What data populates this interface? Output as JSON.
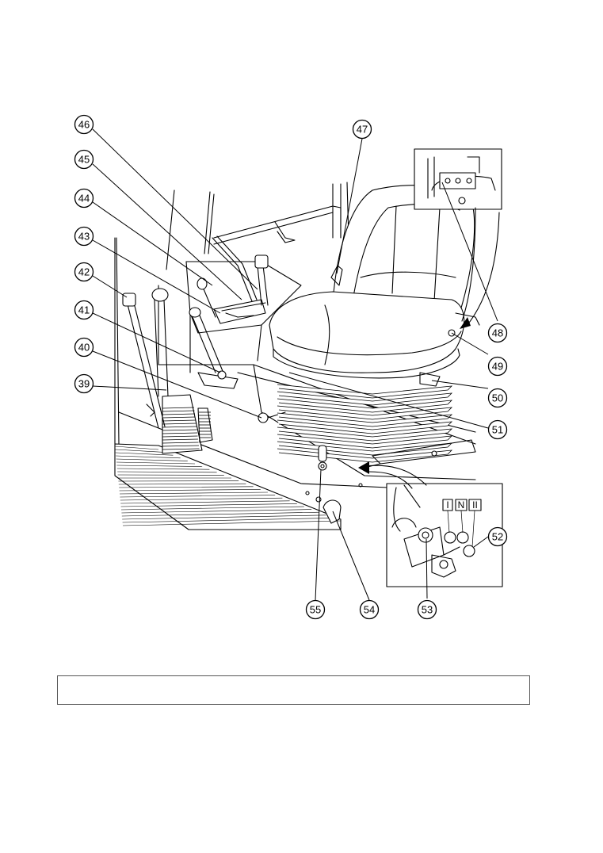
{
  "figure": {
    "callouts": [
      {
        "id": "46",
        "label": "46"
      },
      {
        "id": "45",
        "label": "45"
      },
      {
        "id": "44",
        "label": "44"
      },
      {
        "id": "43",
        "label": "43"
      },
      {
        "id": "42",
        "label": "42"
      },
      {
        "id": "41",
        "label": "41"
      },
      {
        "id": "40",
        "label": "40"
      },
      {
        "id": "39",
        "label": "39"
      },
      {
        "id": "47",
        "label": "47"
      },
      {
        "id": "48",
        "label": "48"
      },
      {
        "id": "49",
        "label": "49"
      },
      {
        "id": "50",
        "label": "50"
      },
      {
        "id": "51",
        "label": "51"
      },
      {
        "id": "52",
        "label": "52"
      },
      {
        "id": "53",
        "label": "53"
      },
      {
        "id": "54",
        "label": "54"
      },
      {
        "id": "55",
        "label": "55"
      }
    ],
    "selector_positions": [
      "I",
      "N",
      "II"
    ]
  },
  "caption": ""
}
